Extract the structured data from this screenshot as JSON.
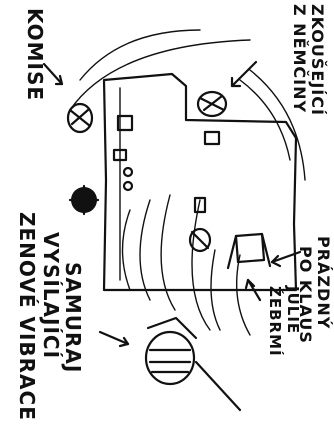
{
  "labels": {
    "komise": "KOMISE",
    "zkouseci_line1": "ZKOUŠEJÍCÍ",
    "zkouseci_line2": "Z NĚMČINY",
    "samuraj_line1": "SAMURAJ",
    "samuraj_line2": "VYSÍLAJÍCÍ",
    "samuraj_line3": "ZENOVÉ VIBRACE",
    "prazdny_line1": "PRÁZDNÝ",
    "prazdny_line2": "PO KLAUS",
    "julie_line1": "JULIE",
    "julie_line2": "ŽEBRMÍ"
  },
  "icons": [
    "desk-icon",
    "head-icon",
    "chair-icon",
    "sword-icon",
    "vibration-arcs-icon",
    "arrow-icon"
  ]
}
